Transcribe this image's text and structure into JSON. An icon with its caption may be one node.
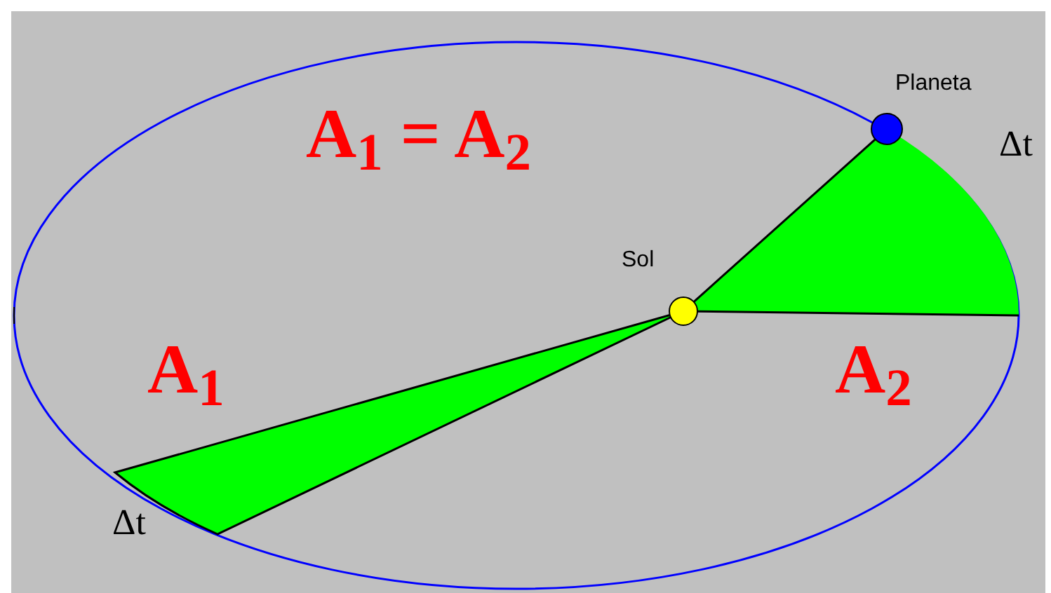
{
  "diagram": {
    "nodes": [
      {
        "text": [],
        "shape": "circle",
        "beside": [
          "Sol"
        ]
      },
      {
        "text": [],
        "shape": "circle",
        "beside": [
          "Planeta"
        ]
      }
    ],
    "edges": [
      {
        "from": 0,
        "to": 1,
        "arrow": "none"
      }
    ],
    "labels": [
      "A$_{1}$ = A$_{2}$",
      "Δt",
      "A$_{1}$",
      "A$_{2}$",
      "Δt"
    ]
  }
}
